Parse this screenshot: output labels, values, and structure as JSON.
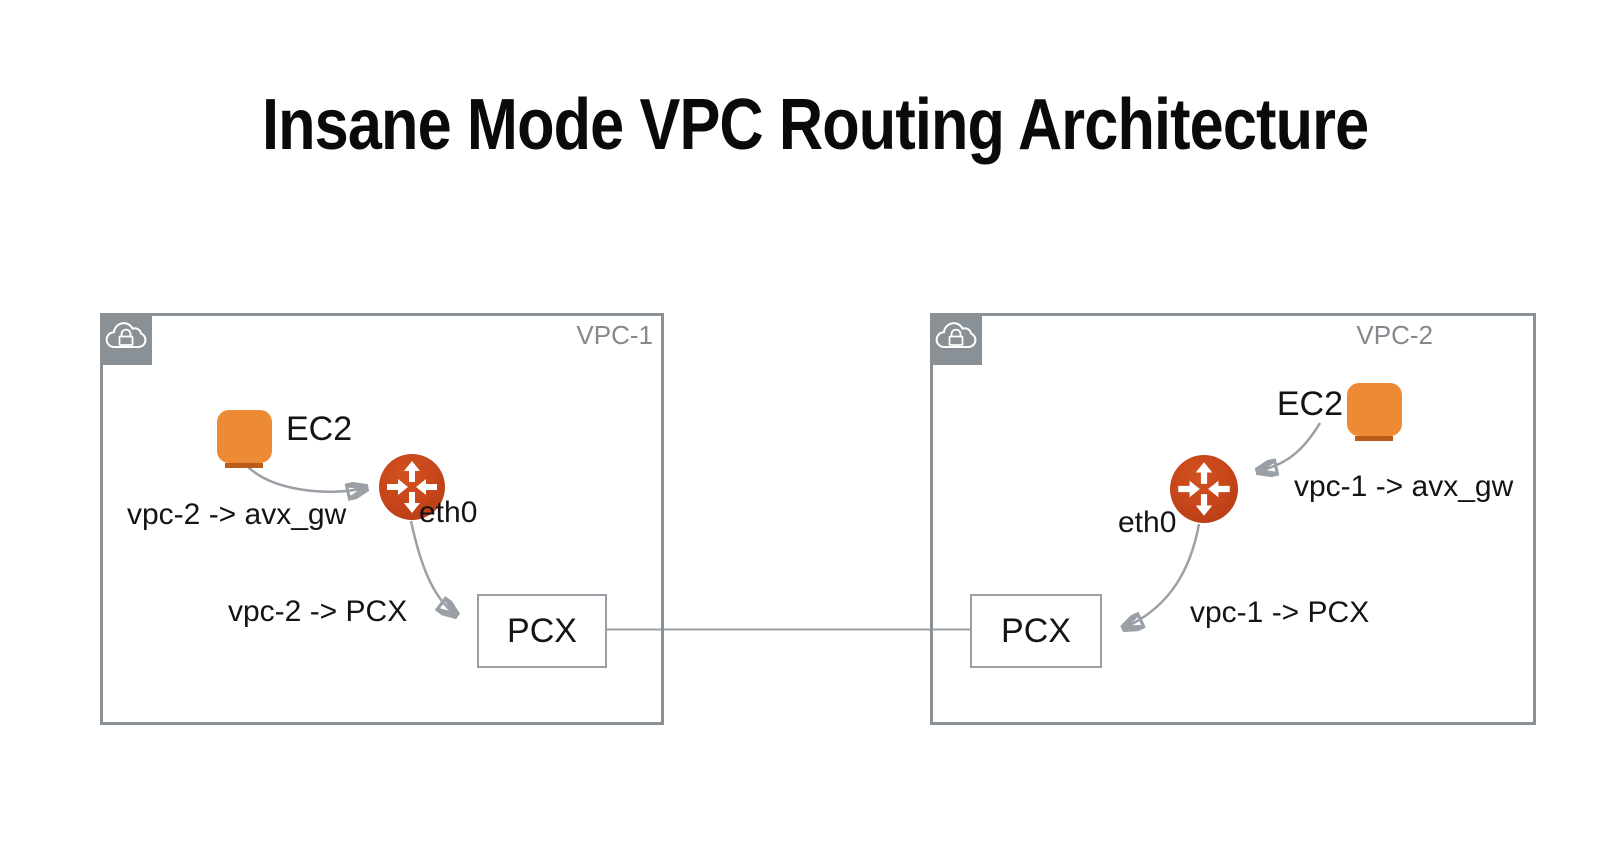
{
  "title": "Insane Mode VPC Routing Architecture",
  "colors": {
    "box_border": "#8A9196",
    "corner_bg": "#8A9196",
    "vpc_label": "#85898E",
    "arrow": "#9AA0A6",
    "ec2_orange": "#EC8A36",
    "ec2_base": "#B95C17",
    "router_red": "#C5441A",
    "text": "#141414"
  },
  "vpc1": {
    "label": "VPC-1",
    "cloud_icon": "vpc-cloud-lock-icon",
    "ec2_label": "EC2",
    "router_icon": "vpc-router-icon",
    "interface_label": "eth0",
    "route_to_gateway": "vpc-2 -> avx_gw",
    "route_to_peering": "vpc-2 -> PCX",
    "peering_label": "PCX"
  },
  "vpc2": {
    "label": "VPC-2",
    "cloud_icon": "vpc-cloud-lock-icon",
    "ec2_label": "EC2",
    "router_icon": "vpc-router-icon",
    "interface_label": "eth0",
    "route_to_gateway": "vpc-1 -> avx_gw",
    "route_to_peering": "vpc-1 -> PCX",
    "peering_label": "PCX"
  }
}
